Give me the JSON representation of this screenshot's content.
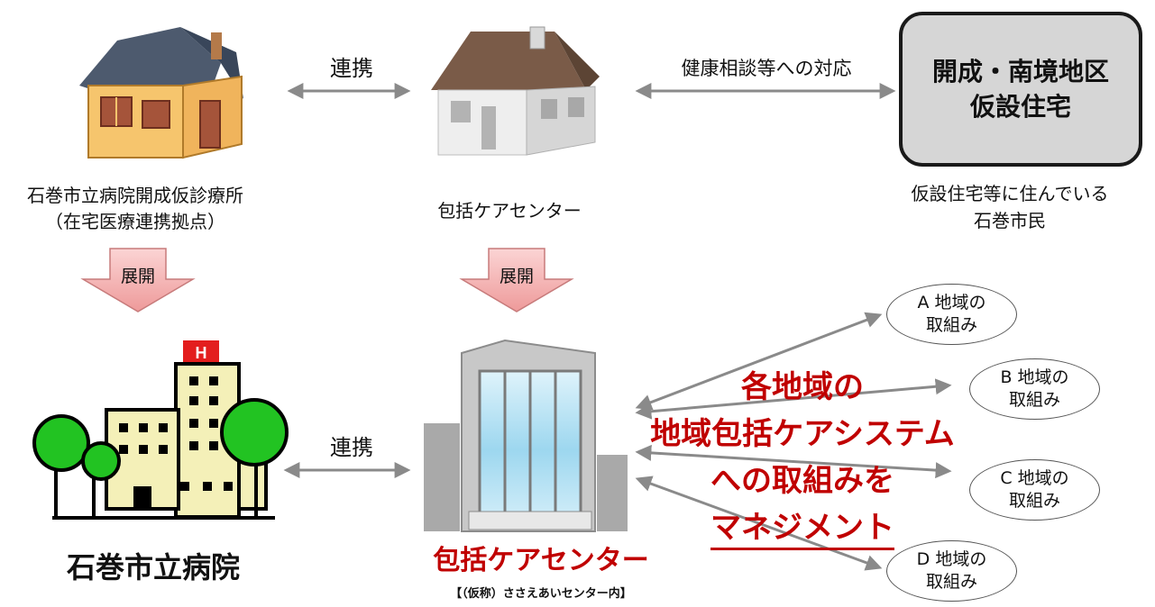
{
  "clinic": {
    "name": "石巻市立病院開成仮診療所",
    "sub": "（在宅医療連携拠点）"
  },
  "center_top": {
    "name": "包括ケアセンター"
  },
  "temp_housing": {
    "line1": "開成・南境地区",
    "line2": "仮設住宅"
  },
  "residents": {
    "line1": "仮設住宅等に住んでいる",
    "line2": "石巻市民"
  },
  "links": {
    "top": "連携",
    "health": "健康相談等への対応",
    "bottom": "連携"
  },
  "expand": {
    "left": "展開",
    "middle": "展開"
  },
  "hospital": {
    "name": "石巻市立病院"
  },
  "center_bottom": {
    "name": "包括ケアセンター",
    "note": "【（仮称）ささえあいセンター内】"
  },
  "management": {
    "line1": "各地域の",
    "line2": "地域包括ケアシステム",
    "line3": "への取組みを",
    "line4": "マネジメント"
  },
  "areas": [
    {
      "title": "A 地域の",
      "sub": "取組み"
    },
    {
      "title": "B 地域の",
      "sub": "取組み"
    },
    {
      "title": "C 地域の",
      "sub": "取組み"
    },
    {
      "title": "D 地域の",
      "sub": "取組み"
    }
  ],
  "colors": {
    "accent_red": "#c00000",
    "arrow_gray": "#8a8a8a",
    "expand_pink": "#f2a8a8",
    "tree_green": "#22c322",
    "hospital_cream": "#f4f0b8"
  }
}
